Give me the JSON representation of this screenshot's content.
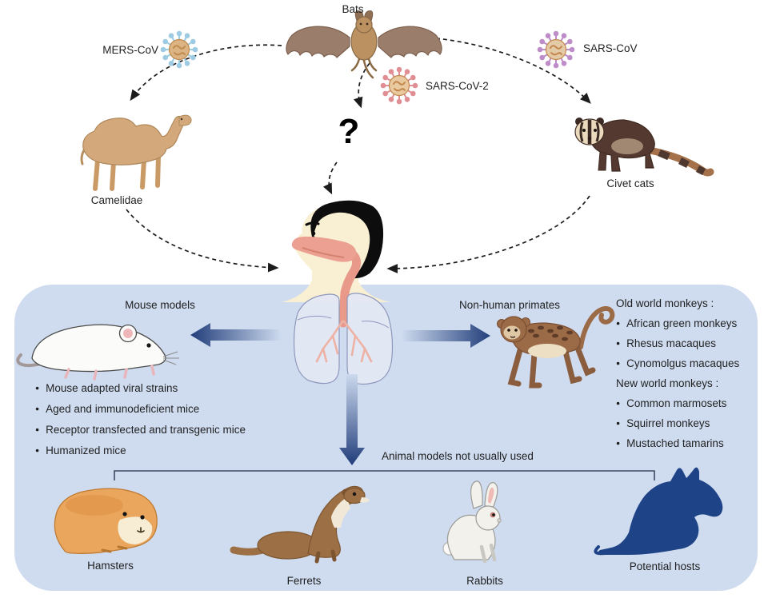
{
  "figure": {
    "reservoir_label": "Bats",
    "question_mark": "?"
  },
  "viruses": {
    "mers": "MERS-CoV",
    "sars2": "SARS-CoV-2",
    "sars": "SARS-CoV"
  },
  "intermediate_hosts": {
    "camel": "Camelidae",
    "civet": "Civet cats"
  },
  "models": {
    "mouse": {
      "title": "Mouse models",
      "bullets": [
        "Mouse adapted viral strains",
        "Aged and immunodeficient mice",
        "Receptor transfected and transgenic mice",
        "Humanized mice"
      ]
    },
    "primates": {
      "title": "Non-human primates",
      "old_world_title": "Old world monkeys :",
      "old_world": [
        "African green monkeys",
        "Rhesus macaques",
        "Cynomolgus macaques"
      ],
      "new_world_title": "New world monkeys :",
      "new_world": [
        "Common marmosets",
        "Squirrel monkeys",
        "Mustached tamarins"
      ]
    },
    "unusual": {
      "title": "Animal models not usually used",
      "animal_labels": [
        "Hamsters",
        "Ferrets",
        "Rabbits",
        "Potential hosts"
      ]
    }
  },
  "icons": {
    "bat-icon": "bat silhouette illustration",
    "mers-virus-icon": "coronavirus particle, blue spikes",
    "sars2-virus-icon": "coronavirus particle, red-pink spikes",
    "sars-virus-icon": "coronavirus particle, purple spikes",
    "camel-icon": "dromedary camel illustration",
    "civet-icon": "masked palm civet illustration",
    "human-respiratory-icon": "human head profile with airway and lungs",
    "mouse-icon": "white laboratory mouse illustration",
    "monkey-icon": "macaque monkey illustration",
    "hamster-icon": "golden hamster illustration",
    "ferret-icon": "ferret illustration",
    "rabbit-icon": "white rabbit illustration",
    "potential-host-silhouette-icon": "navy rodent silhouette"
  },
  "colors": {
    "panel_background": "#cfdcf0",
    "gradient_arrow_dark": "#24407c",
    "silhouette_navy": "#1e4387",
    "bracket_line": "#3e4a63",
    "mers_spikes": "#9ecbe4",
    "sars2_spikes": "#e08e93",
    "sars_spikes": "#bd8cc9",
    "virus_body": "#dcb483",
    "airway_salmon": "#e8998a",
    "text": "#1f1f1f"
  }
}
